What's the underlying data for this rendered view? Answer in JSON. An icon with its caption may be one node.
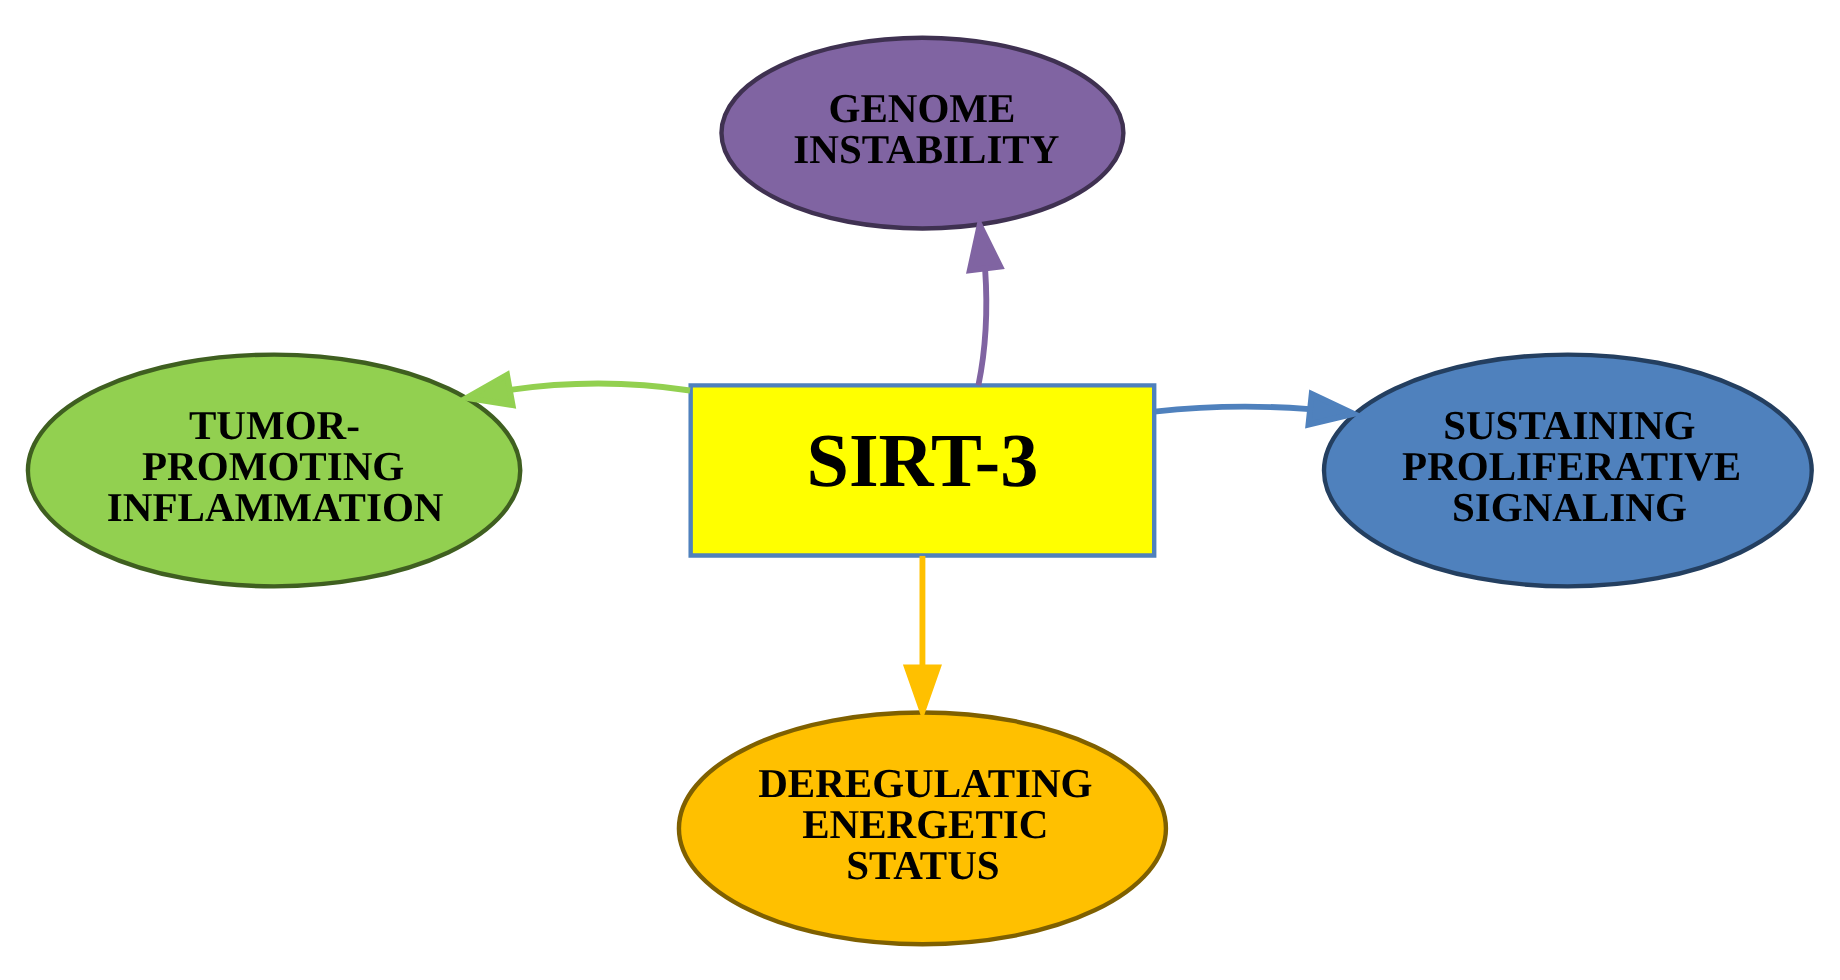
{
  "diagram": {
    "nodes": [
      {
        "text": [
          "GENOME INSTABILITY"
        ]
      },
      {
        "text": [
          "TUMOR- PROMOTING INFLAMMATION"
        ]
      },
      {
        "text": [
          "SIRT-3"
        ]
      },
      {
        "text": [
          "SUSTAINING PROLIFERATIVE SIGNALING"
        ]
      },
      {
        "text": [
          "DEREGULATING ENERGETIC STATUS"
        ]
      }
    ],
    "edges": [
      {
        "from": 2,
        "to": 0,
        "arrow": "to",
        "color": "#8064a2"
      },
      {
        "from": 2,
        "to": 1,
        "arrow": "to",
        "color": "#92d050"
      },
      {
        "from": 2,
        "to": 3,
        "arrow": "to",
        "color": "#4f81bd"
      },
      {
        "from": 2,
        "to": 4,
        "arrow": "to",
        "color": "#ffc000"
      }
    ]
  }
}
